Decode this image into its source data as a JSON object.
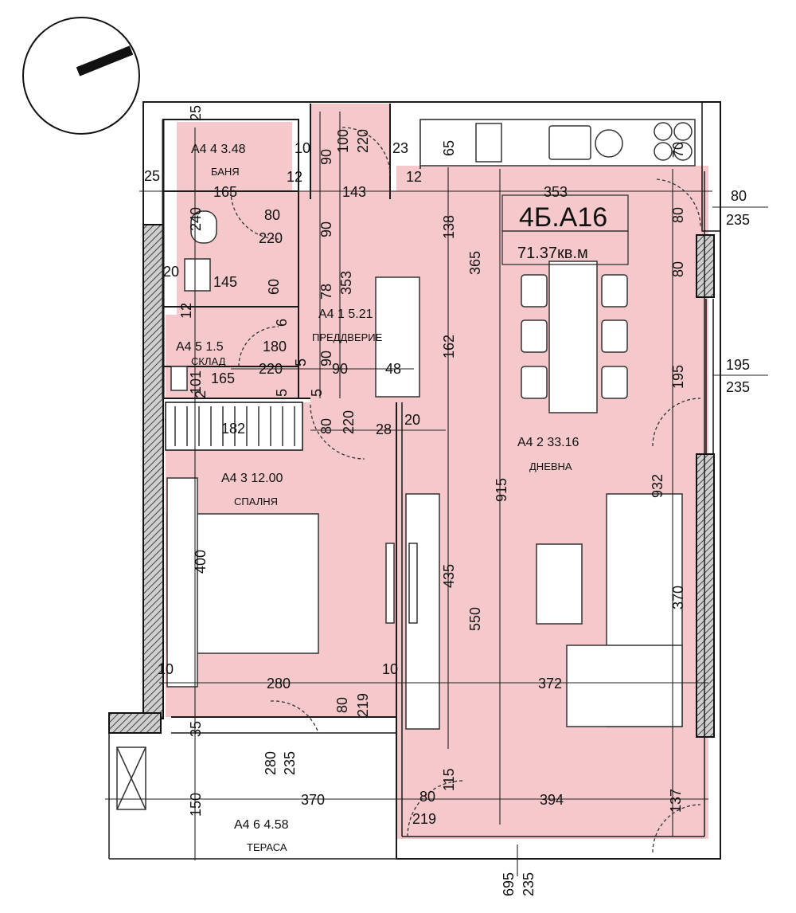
{
  "plan": {
    "unit_id": "4Б.А16",
    "unit_area": "71.37кв.м",
    "colors": {
      "room_fill": "#f5c9cb",
      "wall": "#1a1a1a",
      "hatch": "#555555",
      "dim_line": "#222222"
    }
  },
  "rooms": {
    "bath": {
      "code": "А4 4",
      "area": "3.48",
      "name": "БАНЯ"
    },
    "hall": {
      "code": "А4 1",
      "area": "5.21",
      "name": "ПРЕДДВЕРИЕ"
    },
    "storage": {
      "code": "А4 5",
      "area": "1.5",
      "name": "СКЛАД"
    },
    "bedroom": {
      "code": "А4 3",
      "area": "12.00",
      "name": "СПАЛНЯ"
    },
    "living": {
      "code": "А4 2",
      "area": "33.16",
      "name": "ДНЕВНА"
    },
    "terrace": {
      "code": "А4 6",
      "area": "4.58",
      "name": "ТЕРАСА"
    }
  },
  "dims": {
    "d25a": "25",
    "d100": "100",
    "d220a": "220",
    "d10a": "10",
    "d90a": "90",
    "d23": "23",
    "d65": "65",
    "d70": "70",
    "d25b": "25",
    "d165a": "165",
    "d12a": "12",
    "d143": "143",
    "d12b": "12",
    "d353a": "353",
    "d80a": "80",
    "d235a": "235",
    "d80b": "80",
    "d240": "240",
    "d80c": "80",
    "d220b": "220",
    "d90b": "90",
    "d138": "138",
    "d365": "365",
    "d20a": "20",
    "d145": "145",
    "d60": "60",
    "d78": "78",
    "d353b": "353",
    "d80d": "80",
    "d12c": "12",
    "d6": "6",
    "d162": "162",
    "d180": "180",
    "d220c": "220",
    "d5a": "5",
    "d90c": "90",
    "d90d": "90",
    "d48": "48",
    "d165b": "165",
    "d101": "101",
    "d195a": "195",
    "d195b": "195",
    "d235b": "235",
    "d2": "2",
    "d5b": "5",
    "d5c": "5",
    "d182": "182",
    "d80e": "80",
    "d220d": "220",
    "d28": "28",
    "d20b": "20",
    "d915": "915",
    "d932": "932",
    "d400": "400",
    "d435": "435",
    "d550": "550",
    "d370a": "370",
    "d10b": "10",
    "d10c": "10",
    "d280a": "280",
    "d372": "372",
    "d80f": "80",
    "d219a": "219",
    "d35": "35",
    "d280b": "280",
    "d235c": "235",
    "d115": "115",
    "d150": "150",
    "d370b": "370",
    "d80g": "80",
    "d394": "394",
    "d219b": "219",
    "d137": "137",
    "d695": "695",
    "d235d": "235"
  }
}
